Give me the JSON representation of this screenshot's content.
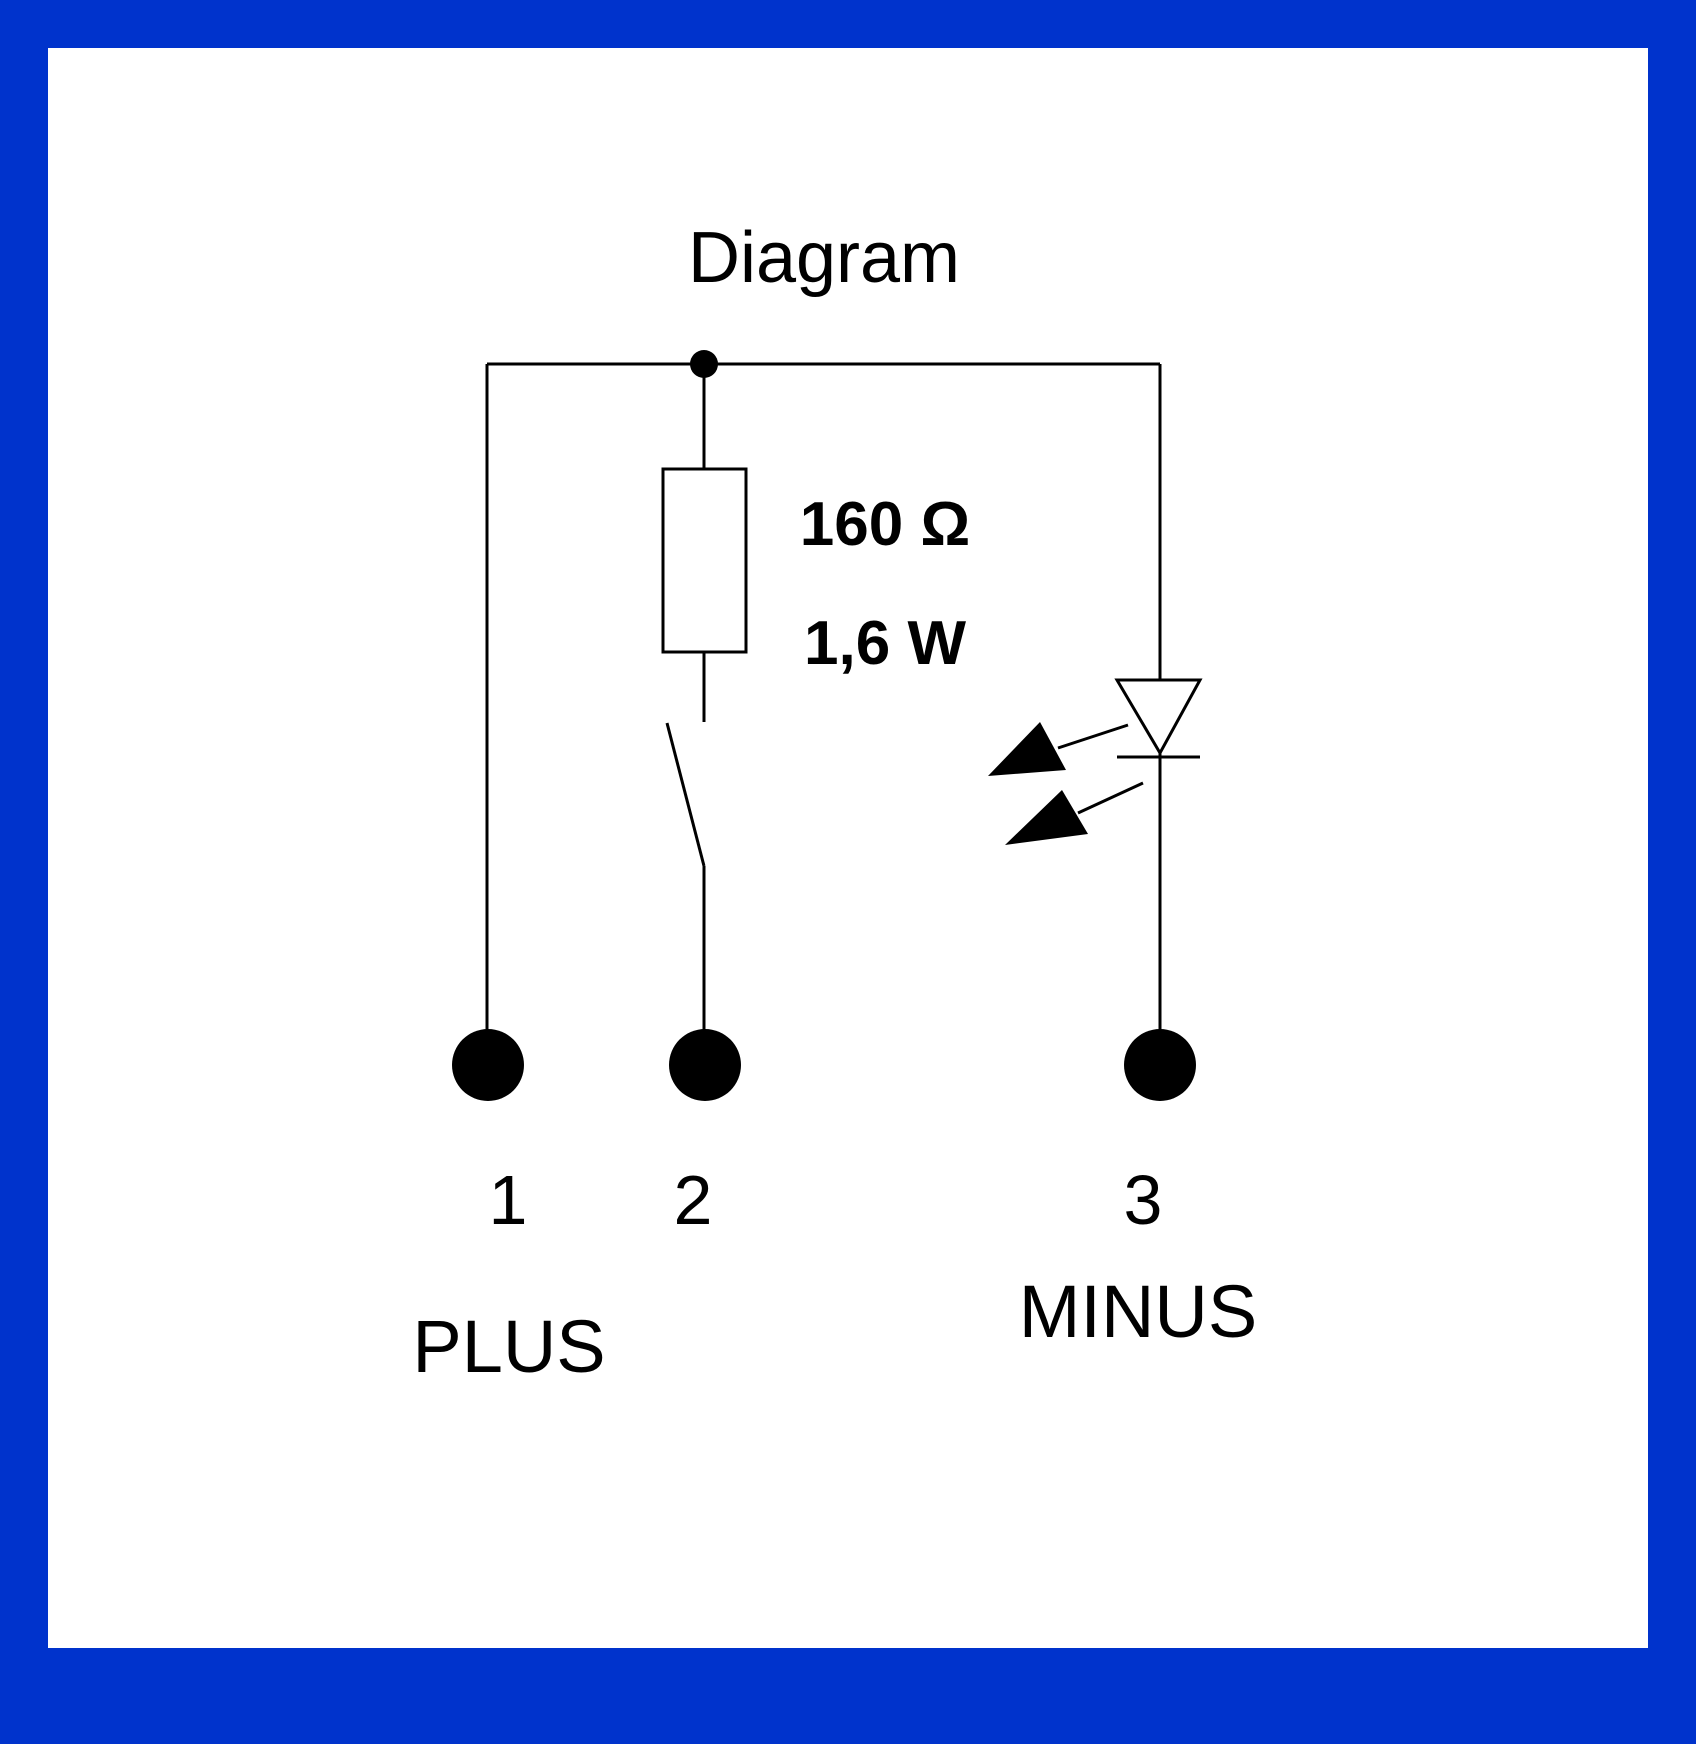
{
  "diagram": {
    "title": "Diagram",
    "resistor": {
      "resistance": "160 Ω",
      "power": "1,6 W"
    },
    "terminals": [
      {
        "number": "1",
        "name": "PLUS"
      },
      {
        "number": "2",
        "name": ""
      },
      {
        "number": "3",
        "name": "MINUS"
      }
    ]
  },
  "colors": {
    "border": "#0033cc",
    "background": "#ffffff",
    "ink": "#000000"
  }
}
